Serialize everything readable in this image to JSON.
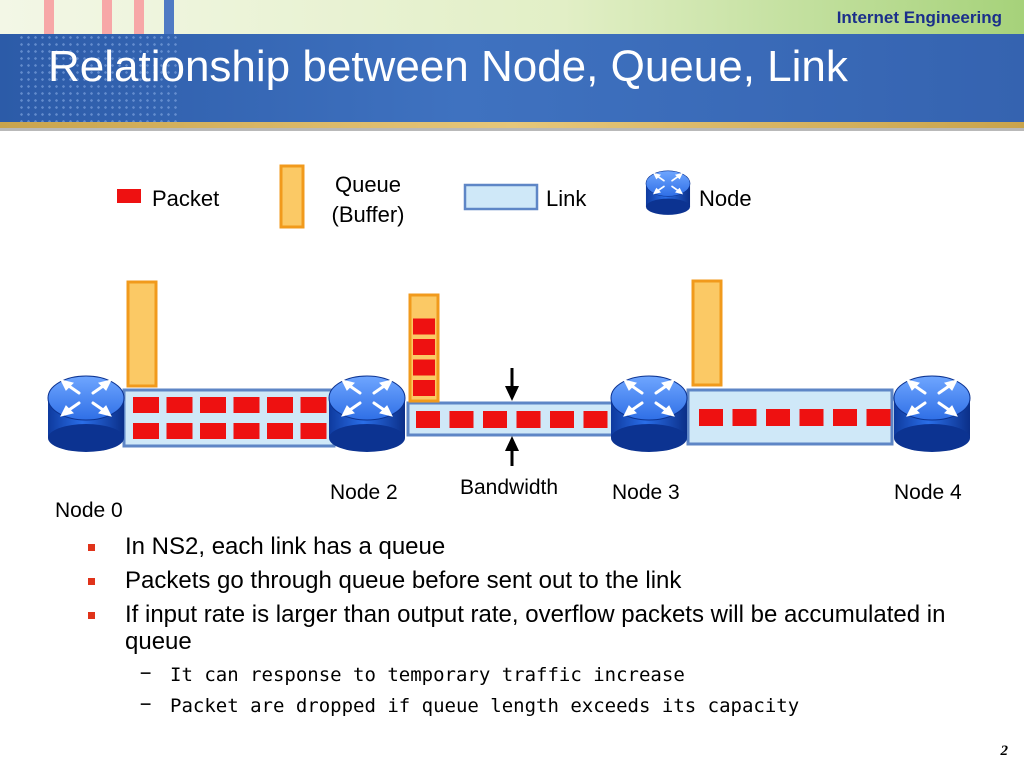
{
  "header": {
    "course": "Internet Engineering",
    "title": "Relationship between Node, Queue, Link"
  },
  "legend": {
    "packet": "Packet",
    "queue_line1": "Queue",
    "queue_line2": "(Buffer)",
    "link": "Link",
    "node": "Node"
  },
  "diagram": {
    "nodes": [
      "Node 0",
      "Node 2",
      "Node 3",
      "Node 4"
    ],
    "bandwidth_label": "Bandwidth",
    "queues": [
      {
        "after": "Node 0",
        "packets_queued": 0
      },
      {
        "after": "Node 2",
        "packets_queued": 4
      },
      {
        "after": "Node 3",
        "packets_queued": 0
      }
    ],
    "links": [
      {
        "from": "Node 0",
        "to": "Node 2",
        "packets_in_flight": 12,
        "rows": 2
      },
      {
        "from": "Node 2",
        "to": "Node 3",
        "packets_in_flight": 6,
        "rows": 1
      },
      {
        "from": "Node 3",
        "to": "Node 4",
        "packets_in_flight": 6,
        "rows": 1
      }
    ]
  },
  "bullets": [
    "In NS2, each link has a queue",
    "Packets go through queue before sent out to the link",
    "If input rate is larger than output rate, overflow packets will be accumulated in queue"
  ],
  "sub_bullets": [
    "It can response to temporary traffic increase",
    "Packet are dropped if queue length exceeds its capacity"
  ],
  "page_number": "2",
  "colors": {
    "header_blue": "#3563b0",
    "packet_red": "#ee1111",
    "queue_fill": "#fbc965",
    "queue_border": "#f19a1c",
    "link_fill": "#cfe8f8",
    "link_border": "#5e86c6",
    "node_blue": "#1a55c8"
  },
  "icons": [
    "router-node-icon",
    "packet-icon",
    "queue-icon",
    "link-icon",
    "arrow-down-icon",
    "arrow-up-icon"
  ]
}
